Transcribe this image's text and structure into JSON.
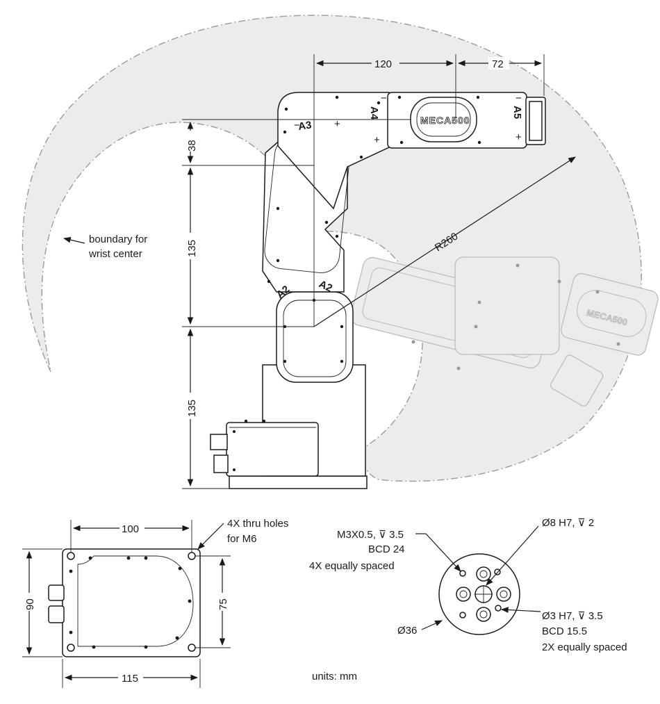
{
  "dimensions": {
    "forearm_length": "120",
    "wrist_offset": "72",
    "link_offset": "38",
    "upper_arm_length": "135",
    "base_height": "135",
    "reach_radius": "R260",
    "base_width": "100",
    "base_depth": "90",
    "hole_spacing": "75",
    "base_overall": "115",
    "flange_diameter": "Ø36"
  },
  "labels": {
    "boundary_line1": "boundary for",
    "boundary_line2": "wrist center",
    "holes_line1": "4X thru holes",
    "holes_line2": "for M6",
    "m3_line1": "M3X0.5, ⊽ 3.5",
    "m3_line2": "BCD 24",
    "m3_line3": "4X equally spaced",
    "bore_label": "Ø8 H7, ⊽ 2",
    "pin_line1": "Ø3 H7, ⊽ 3.5",
    "pin_line2": "BCD 15.5",
    "pin_line3": "2X equally spaced",
    "units": "units: mm"
  },
  "robot": {
    "logo": "MECA500",
    "axes": [
      "A2",
      "A3",
      "A4",
      "A5"
    ],
    "sign_minus": "−",
    "sign_plus": "+"
  },
  "colors": {
    "workspace_fill": "#ececec",
    "line": "#1a1a1a"
  }
}
